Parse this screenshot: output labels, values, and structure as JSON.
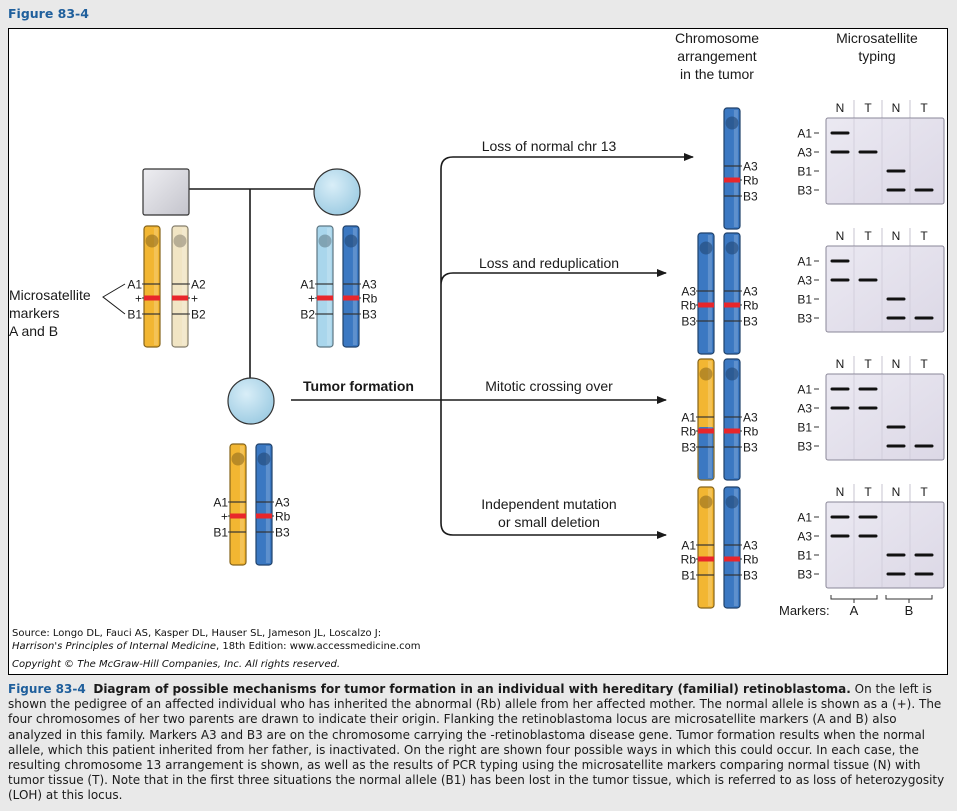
{
  "figure_label": "Figure 83-4",
  "headers": {
    "chromosome_arrangement": [
      "Chromosome",
      "arrangement",
      "in the tumor"
    ],
    "microsatellite_typing": [
      "Microsatellite",
      "typing"
    ]
  },
  "colors": {
    "maternal_affected": "#3b78c2",
    "maternal_light": "#a9d6ec",
    "paternal": "#f2b632",
    "paternal_light": "#f1e5c4",
    "rb_band": "#e8262b",
    "gel_bg": "#e6e3ee",
    "caption_accent": "#1f5f9c"
  },
  "pedigree": {
    "father_symbol": "square",
    "mother_symbol": "circle",
    "child_symbol": "circle",
    "markers_label": [
      "Microsatellite",
      "markers",
      "A and B"
    ],
    "father_chromosomes": [
      {
        "color": "paternal",
        "labels": [
          "A1",
          "+",
          "B1"
        ],
        "side": "left"
      },
      {
        "color": "paternal_light",
        "labels": [
          "A2",
          "+",
          "B2"
        ],
        "side": "right"
      }
    ],
    "mother_chromosomes": [
      {
        "color": "maternal_light",
        "labels": [
          "A1",
          "+",
          "B2"
        ],
        "side": "left"
      },
      {
        "color": "maternal_affected",
        "labels": [
          "A3",
          "Rb",
          "B3"
        ],
        "side": "right"
      }
    ],
    "child_chromosomes": [
      {
        "color": "paternal",
        "labels": [
          "A1",
          "+",
          "B1"
        ],
        "side": "left"
      },
      {
        "color": "maternal_affected",
        "labels": [
          "A3",
          "Rb",
          "B3"
        ],
        "side": "right"
      }
    ],
    "tumor_formation_label": "Tumor formation"
  },
  "mechanisms": [
    {
      "label": [
        "Loss of normal chr 13"
      ],
      "chromosomes": [
        {
          "color": "maternal_affected",
          "labels": [
            "A3",
            "Rb",
            "B3"
          ],
          "side": "right"
        }
      ],
      "gel": {
        "A1": [
          "N"
        ],
        "A3": [
          "N",
          "T"
        ],
        "B1": [
          "N"
        ],
        "B3": [
          "N",
          "T"
        ]
      }
    },
    {
      "label": [
        "Loss and reduplication"
      ],
      "chromosomes": [
        {
          "color": "maternal_affected",
          "labels": [
            "A3",
            "Rb",
            "B3"
          ],
          "side": "left"
        },
        {
          "color": "maternal_affected",
          "labels": [
            "A3",
            "Rb",
            "B3"
          ],
          "side": "right"
        }
      ],
      "gel": {
        "A1": [
          "N"
        ],
        "A3": [
          "N",
          "T"
        ],
        "B1": [
          "N"
        ],
        "B3": [
          "N",
          "T"
        ]
      }
    },
    {
      "label": [
        "Mitotic crossing over"
      ],
      "chromosomes": [
        {
          "color": "paternal",
          "crossover": true,
          "labels": [
            "A1",
            "Rb",
            "B3"
          ],
          "side": "left"
        },
        {
          "color": "maternal_affected",
          "labels": [
            "A3",
            "Rb",
            "B3"
          ],
          "side": "right"
        }
      ],
      "gel": {
        "A1": [
          "N",
          "T"
        ],
        "A3": [
          "N",
          "T"
        ],
        "B1": [
          "N"
        ],
        "B3": [
          "N",
          "T"
        ]
      }
    },
    {
      "label": [
        "Independent mutation",
        "or small deletion"
      ],
      "chromosomes": [
        {
          "color": "paternal",
          "labels": [
            "A1",
            "Rb",
            "B1"
          ],
          "side": "left"
        },
        {
          "color": "maternal_affected",
          "labels": [
            "A3",
            "Rb",
            "B3"
          ],
          "side": "right"
        }
      ],
      "gel": {
        "A1": [
          "N",
          "T"
        ],
        "A3": [
          "N",
          "T"
        ],
        "B1": [
          "N",
          "T"
        ],
        "B3": [
          "N",
          "T"
        ]
      }
    }
  ],
  "gel_columns": [
    "N",
    "T",
    "N",
    "T"
  ],
  "gel_rows": [
    "A1",
    "A3",
    "B1",
    "B3"
  ],
  "markers_footer": {
    "label": "Markers:",
    "groups": [
      "A",
      "B"
    ]
  },
  "source": {
    "line1": "Source: Longo DL, Fauci AS, Kasper DL, Hauser SL, Jameson JL, Loscalzo J:",
    "book_title": "Harrison's Principles of Internal Medicine",
    "line2_rest": ", 18th Edition: www.accessmedicine.com",
    "copyright": "Copyright © The McGraw-Hill Companies, Inc. All rights reserved."
  },
  "caption": {
    "number": "Figure 83-4",
    "title": "Diagram of possible mechanisms for tumor formation in an individual with hereditary (familial) retinoblastoma.",
    "body": "On the left is shown the pedigree of an affected individual who has inherited the abnormal (Rb) allele from her affected mother. The normal allele is shown as a (+). The four chromosomes of her two parents are drawn to indicate their origin. Flanking the retinoblastoma locus are microsatellite markers (A and B) also analyzed in this family. Markers A3 and B3 are on the chromosome carrying the -retinoblastoma disease gene. Tumor formation results when the normal allele, which this patient inherited from her father, is inactivated. On the right are shown four possible ways in which this could occur. In each case, the resulting chromosome 13 arrangement is shown, as well as the results of PCR typing using the microsatellite markers comparing normal tissue (N) with tumor tissue (T). Note that in the first three situations the normal allele (B1) has been lost in the tumor tissue, which is referred to as loss of heterozygosity (LOH) at this locus."
  }
}
